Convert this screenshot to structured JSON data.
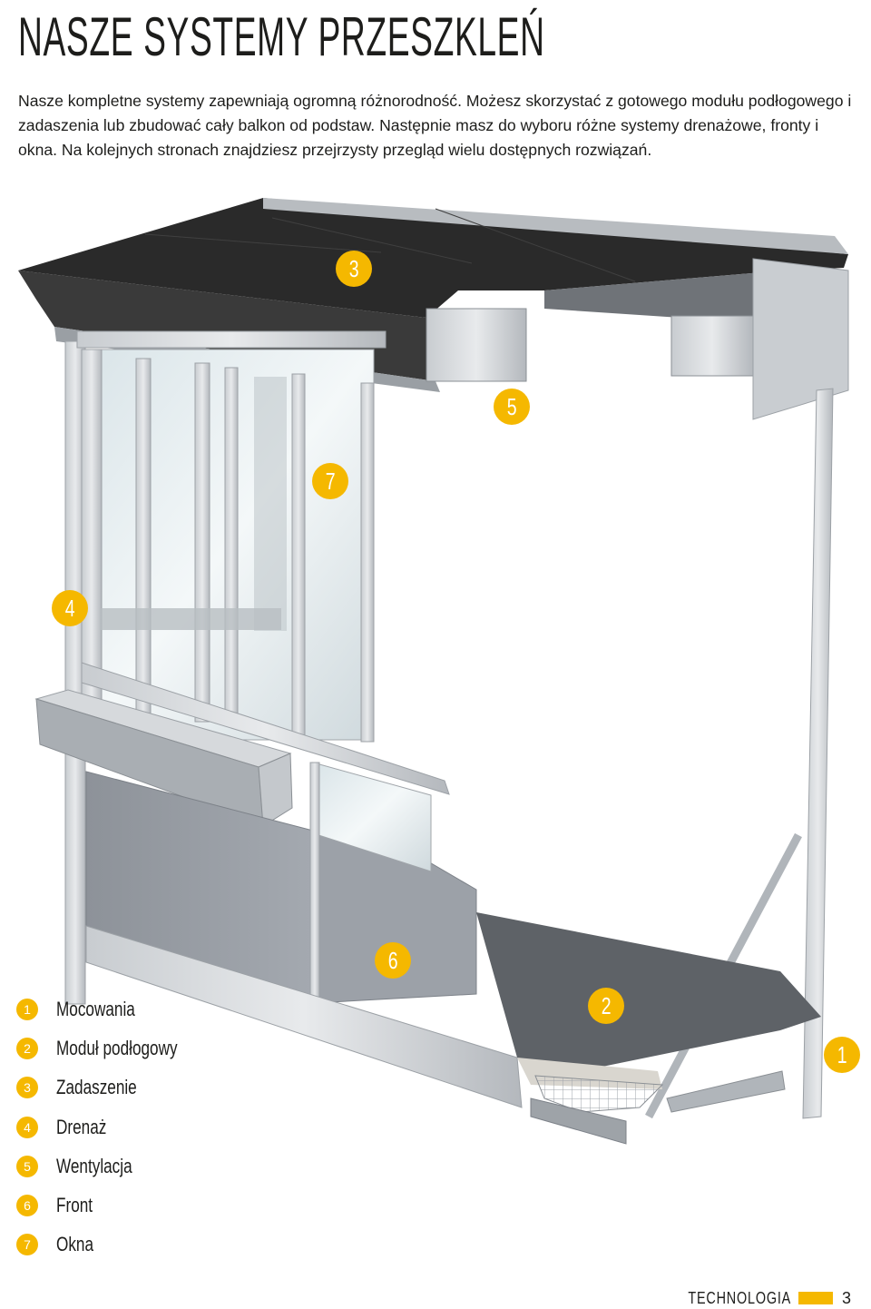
{
  "header": {
    "title": "NASZE SYSTEMY PRZESZKLEŃ",
    "intro": "Nasze kompletne systemy zapewniają ogromną różnorodność. Możesz skorzystać z gotowego modułu podłogowego i zadaszenia lub zbudować cały balkon od podstaw. Następnie masz do wyboru różne systemy drenażowe, fronty i okna. Na kolejnych stronach znajdziesz przejrzysty przegląd wielu dostępnych rozwiązań."
  },
  "markers": {
    "m1": "1",
    "m2": "2",
    "m3": "3",
    "m4": "4",
    "m5": "5",
    "m6": "6",
    "m7": "7"
  },
  "legend": [
    {
      "num": "1",
      "label": "Mocowania"
    },
    {
      "num": "2",
      "label": "Moduł podłogowy"
    },
    {
      "num": "3",
      "label": "Zadaszenie"
    },
    {
      "num": "4",
      "label": "Drenaż"
    },
    {
      "num": "5",
      "label": "Wentylacja"
    },
    {
      "num": "6",
      "label": "Front"
    },
    {
      "num": "7",
      "label": "Okna"
    }
  ],
  "footer": {
    "section": "TECHNOLOGIA",
    "page": "3"
  },
  "colors": {
    "accent": "#f5b800",
    "text": "#1d1d1b"
  }
}
